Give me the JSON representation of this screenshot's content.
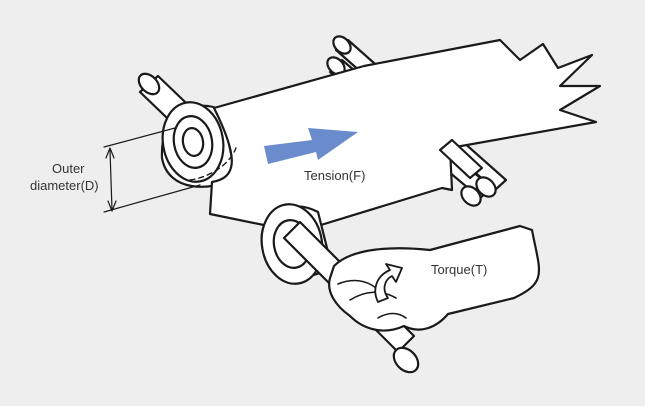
{
  "labels": {
    "outer_line1": "Outer",
    "outer_line2": "diameter(D)",
    "tension": "Tension(F)",
    "torque": "Torque(T)"
  },
  "colors": {
    "background": "#eeeeee",
    "outline": "#1a1a1a",
    "fill": "#ffffff",
    "arrow": "#6a8ccd"
  },
  "icons": {
    "tension_arrow": "arrow-right-icon",
    "torque_arrow": "rotation-arrow-icon"
  }
}
